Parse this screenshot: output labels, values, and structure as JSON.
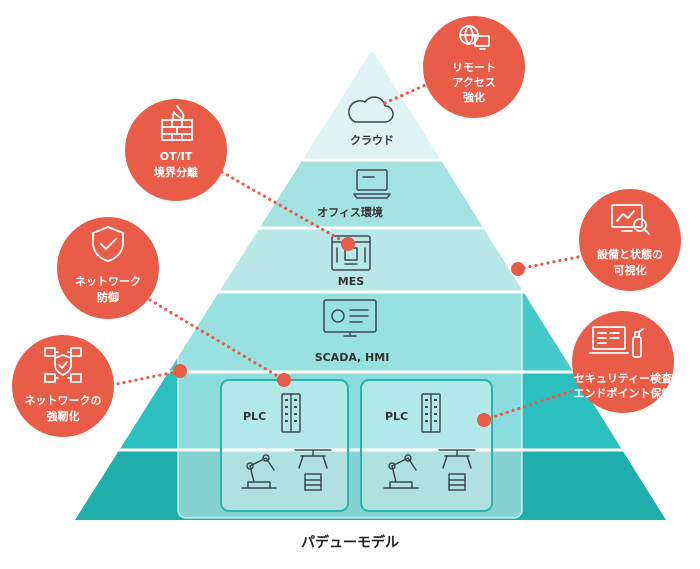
{
  "caption": "パデューモデル",
  "layers": {
    "cloud": "クラウド",
    "office": "オフィス環境",
    "mes": "MES",
    "scada": "SCADA, HMI",
    "plc_left": "PLC",
    "plc_right": "PLC"
  },
  "callouts": {
    "remote": [
      "リモート",
      "アクセス",
      "強化"
    ],
    "otit": [
      "OT/IT",
      "境界分離"
    ],
    "network_defense": [
      "ネットワーク",
      "防御"
    ],
    "network_hardening": [
      "ネットワークの",
      "強靭化"
    ],
    "visibility": [
      "設備と状態の",
      "可視化"
    ],
    "endpoint": [
      "セキュリティー検査",
      "エンドポイント保護"
    ]
  },
  "icons": {
    "cloud": "cloud-icon",
    "laptop": "laptop-icon",
    "mes": "mes-icon",
    "scada": "monitor-gear-icon",
    "plc": "server-rack-icon",
    "robot": "robot-arm-icon",
    "gripper": "gripper-icon",
    "globe": "globe-monitor-icon",
    "firewall": "firewall-icon",
    "shield": "shield-check-icon",
    "network": "network-shield-icon",
    "analytics": "monitor-search-icon",
    "endpoint": "laptop-spray-icon"
  },
  "colors": {
    "accent": "#e85c48",
    "tier1": "#dff3f4",
    "tier2": "#a4e2e2",
    "tier3": "#7fd6d6",
    "tier4": "#36c4c5",
    "tier5": "#1fb0ae"
  }
}
